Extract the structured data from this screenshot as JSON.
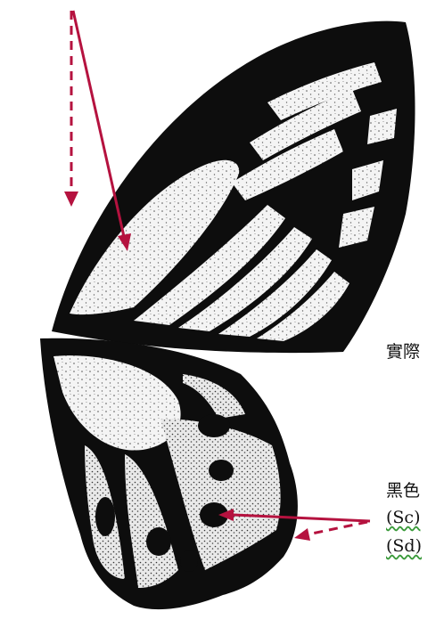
{
  "labels": {
    "actual": "實際",
    "black": "黑色",
    "sc": "(Sc)",
    "sd": "(Sd)"
  },
  "colors": {
    "wing_black": "#0d0d0d",
    "wing_cell": "#f3f3f3",
    "arrow": "#b5123f",
    "underline": "#3a9a3a"
  }
}
